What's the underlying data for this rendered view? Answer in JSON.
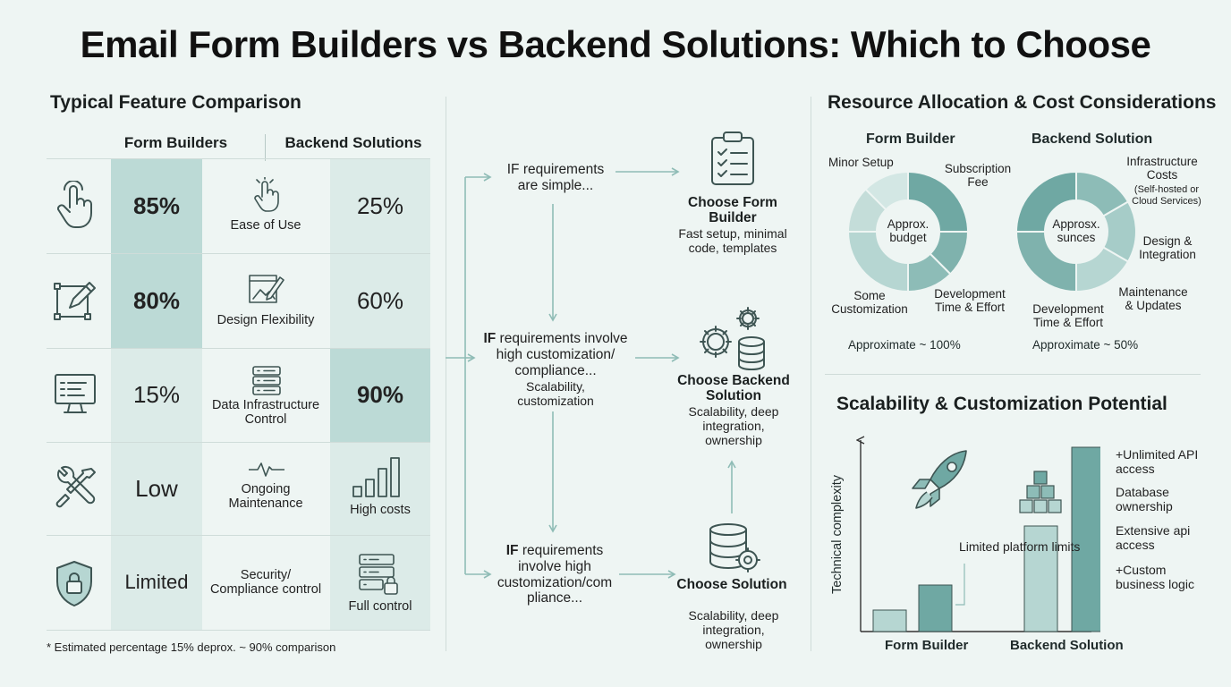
{
  "title": "Email Form Builders vs Backend Solutions: Which to Choose",
  "comparison": {
    "title": "Typical Feature Comparison",
    "col_form": "Form Builders",
    "col_backend": "Backend Solutions",
    "rows": [
      {
        "feature": "Ease of Use",
        "form": "85%",
        "backend": "25%",
        "icon": "touch-hand-icon"
      },
      {
        "feature": "Design Flexibility",
        "form": "80%",
        "backend": "60%",
        "icon": "pen-selection-icon"
      },
      {
        "feature": "Data Infrastructure Control",
        "form": "15%",
        "backend": "90%",
        "icon": "monitor-icon"
      },
      {
        "feature": "Ongoing Maintenance",
        "form": "Low",
        "backend": "High costs",
        "icon": "wrench-screwdriver-icon"
      },
      {
        "feature": "Security/ Compliance control",
        "form": "Limited",
        "backend": "Full control",
        "icon": "shield-lock-icon"
      }
    ],
    "footnote": "* Estimated percentage 15% deprox. ~ 90% comparison"
  },
  "flow": {
    "if1_bold": "IF",
    "if1_text": "requirements are simple...",
    "if2_bold": "IF",
    "if2_text": "requirements involve high customization/ compliance...",
    "if2_sub": "Scalability, customization",
    "if3_bold": "IF",
    "if3_text": "requirements involve high customization/com pliance...",
    "choice1_title": "Choose Form Builder",
    "choice1_sub": "Fast setup, minimal code, templates",
    "choice2_title": "Choose Backend Solution",
    "choice2_sub": "Scalability, deep integration, ownership",
    "choice3_title": "Choose Solution",
    "choice3_sub": "Scalability, deep integration, ownership"
  },
  "resources": {
    "title": "Resource Allocation & Cost Considerations",
    "form_title": "Form Builder",
    "form_center": "Approx. budget",
    "form_labels": [
      "Minor Setup",
      "Subscription Fee",
      "Some Customization",
      "Development Time & Effort"
    ],
    "form_total": "Approximate ~ 100%",
    "backend_title": "Backend Solution",
    "backend_center": "Approsx. sunces",
    "backend_labels": [
      "Infrastructure Costs",
      "(Self-hosted or Cloud Services)",
      "Design & Integration",
      "Maintenance & Updates",
      "Development Time & Effort"
    ],
    "backend_total": "Approximate ~ 50%"
  },
  "scalability": {
    "title": "Scalability & Customization Potential",
    "ylabel": "Technical complexity",
    "form_label": "Form Builder",
    "backend_label": "Backend Solution",
    "form_note": "Limited platform limits",
    "backend_notes": [
      "+Unlimited API access",
      "Database ownership",
      "Extensive api access",
      "+Custom business logic"
    ]
  },
  "colors": {
    "teal_dark": "#6fa8a3",
    "teal_mid": "#8dbcb7",
    "teal_light": "#b6d6d2",
    "teal_pale": "#d3e7e4",
    "table_cell": "#dcebe8",
    "table_cell_strong": "#bcdad6",
    "arrow": "#8fbcb6"
  }
}
